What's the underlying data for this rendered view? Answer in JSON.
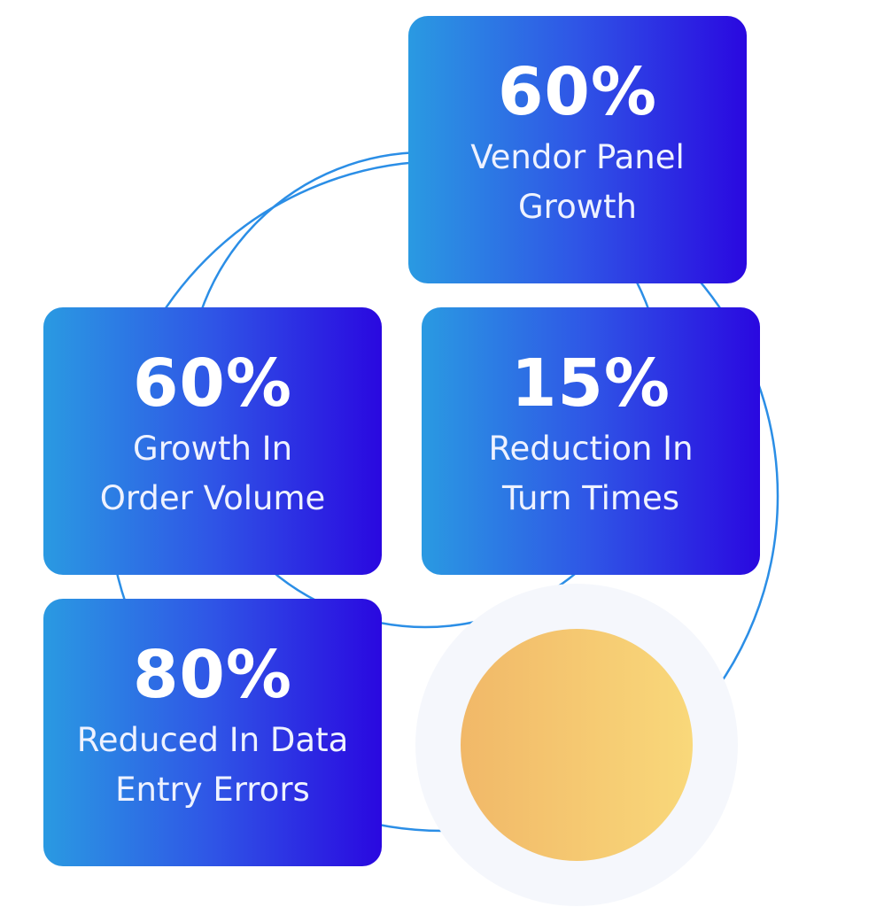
{
  "stats": [
    {
      "value": "60%",
      "label_line1": "Vendor Panel",
      "label_line2": "Growth"
    },
    {
      "value": "60%",
      "label_line1": "Growth In",
      "label_line2": "Order Volume"
    },
    {
      "value": "15%",
      "label_line1": "Reduction In",
      "label_line2": "Turn Times"
    },
    {
      "value": "80%",
      "label_line1": "Reduced In Data",
      "label_line2": "Entry Errors"
    }
  ],
  "colors": {
    "card_gradient_start": "#2a9ae2",
    "card_gradient_end": "#2a08e0",
    "ring_line": "#2b8ee6",
    "circle_background": "#f5f7fc",
    "circle_gradient_start": "#f1b868",
    "circle_gradient_end": "#f9d87a"
  }
}
